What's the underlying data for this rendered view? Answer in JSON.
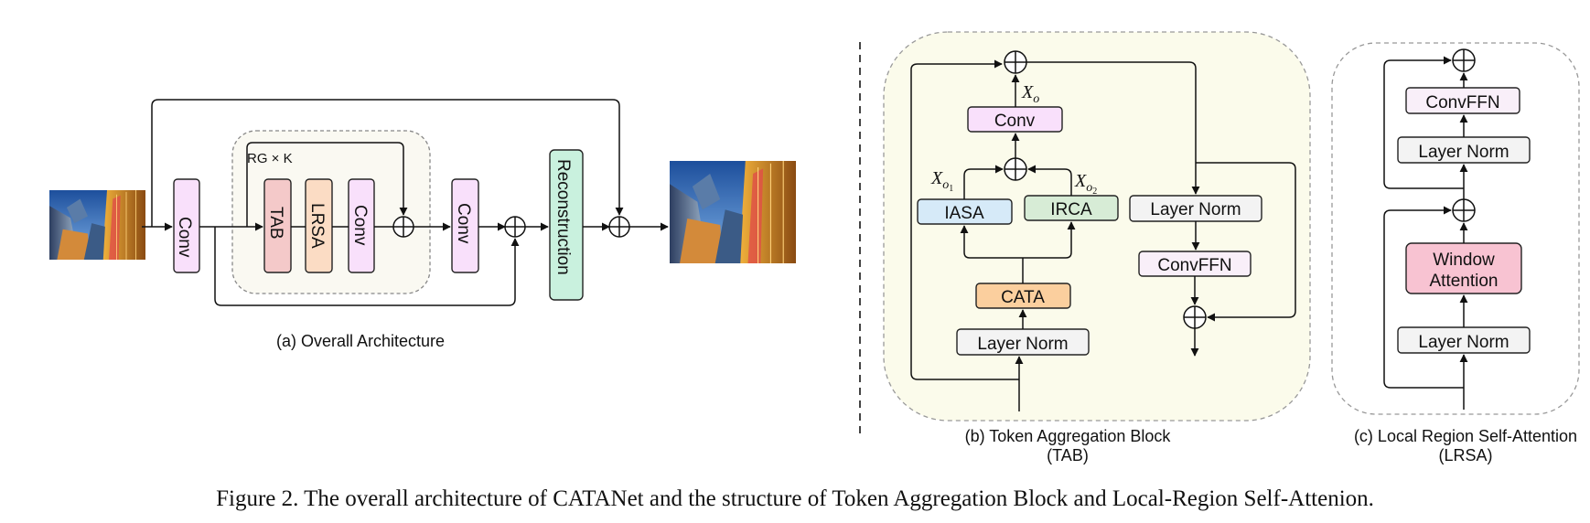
{
  "colors": {
    "conv": "#f9e0fb",
    "tab": "#f4c9c9",
    "lrsa": "#fbdcc4",
    "recon": "#c9f1de",
    "iasa": "#d6eaf8",
    "irca": "#d7ecd6",
    "cata": "#fbcf9e",
    "norm": "#f3f3f3",
    "ffn": "#f9eff9",
    "window": "#f8c3d2",
    "panel_bg": "#fbfbeb",
    "rg_bg": "#faf9f2"
  },
  "panel_a": {
    "rg_label": "RG × K",
    "conv1": "Conv",
    "tab": "TAB",
    "lrsa": "LRSA",
    "conv_inner": "Conv",
    "conv2": "Conv",
    "recon": "Reconstruction",
    "caption": "(a) Overall Architecture",
    "images": [
      "input-image",
      "output-image"
    ]
  },
  "panel_b": {
    "conv": "Conv",
    "xo_base": "X",
    "xo_sub": "o",
    "xo1_sub": "o",
    "xo1_sub2": "1",
    "xo2_sub": "o",
    "xo2_sub2": "2",
    "iasa": "IASA",
    "irca": "IRCA",
    "cata": "CATA",
    "norm1": "Layer Norm",
    "norm2": "Layer Norm",
    "ffn": "ConvFFN",
    "caption1": "(b) Token Aggregation Block",
    "caption2": "(TAB)"
  },
  "panel_c": {
    "ffn": "ConvFFN",
    "norm_top": "Layer Norm",
    "window1": "Window",
    "window2": "Attention",
    "norm_bottom": "Layer Norm",
    "caption1": "(c) Local Region Self-Attention",
    "caption2": "(LRSA)"
  },
  "figure_caption": "Figure 2. The overall architecture of CATANet and the structure of Token Aggregation Block and Local-Region Self-Attenion."
}
